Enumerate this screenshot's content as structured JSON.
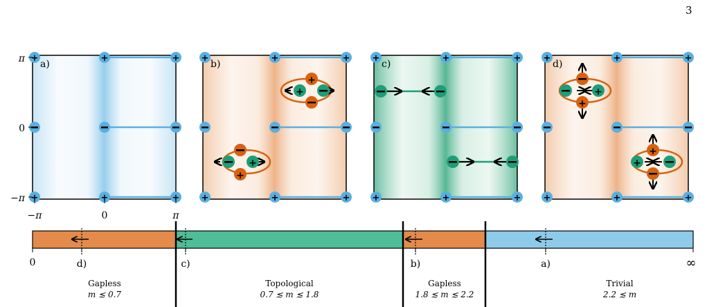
{
  "page": {
    "number": "3"
  },
  "colors": {
    "blue": "#5aafe0",
    "blue_light": "#8ec9ea",
    "orange": "#d8620f",
    "orange_bar": "#e48b4b",
    "green": "#1e9e78",
    "green_bar": "#4fbd98",
    "blue_bar": "#8ecbea",
    "white": "#ffffff",
    "black": "#000000"
  },
  "axes": {
    "y_ticks": [
      "π",
      "0",
      "−π"
    ],
    "x_ticks": [
      "−π",
      "0",
      "π"
    ]
  },
  "panels": [
    {
      "label": "a)",
      "background": "blue-stripes"
    },
    {
      "label": "b)",
      "background": "orange-stripes"
    },
    {
      "label": "c)",
      "background": "green-stripes"
    },
    {
      "label": "d)",
      "background": "orange-stripes"
    }
  ],
  "phase_bar": {
    "start_label": "0",
    "end_label": "∞",
    "segments": [
      {
        "color": "orange_bar"
      },
      {
        "color": "green_bar"
      },
      {
        "color": "orange_bar"
      },
      {
        "color": "blue_bar"
      }
    ],
    "markers": [
      "d)",
      "c)",
      "b)",
      "a)"
    ],
    "regions": [
      {
        "name": "Gapless",
        "range": "m ≲ 0.7"
      },
      {
        "name": "Topological",
        "range": "0.7 ≲ m ≲ 1.8"
      },
      {
        "name": "Gapless",
        "range": "1.8 ≲ m ≲ 2.2"
      },
      {
        "name": "Trivial",
        "range": "2.2 ≲ m"
      }
    ]
  }
}
